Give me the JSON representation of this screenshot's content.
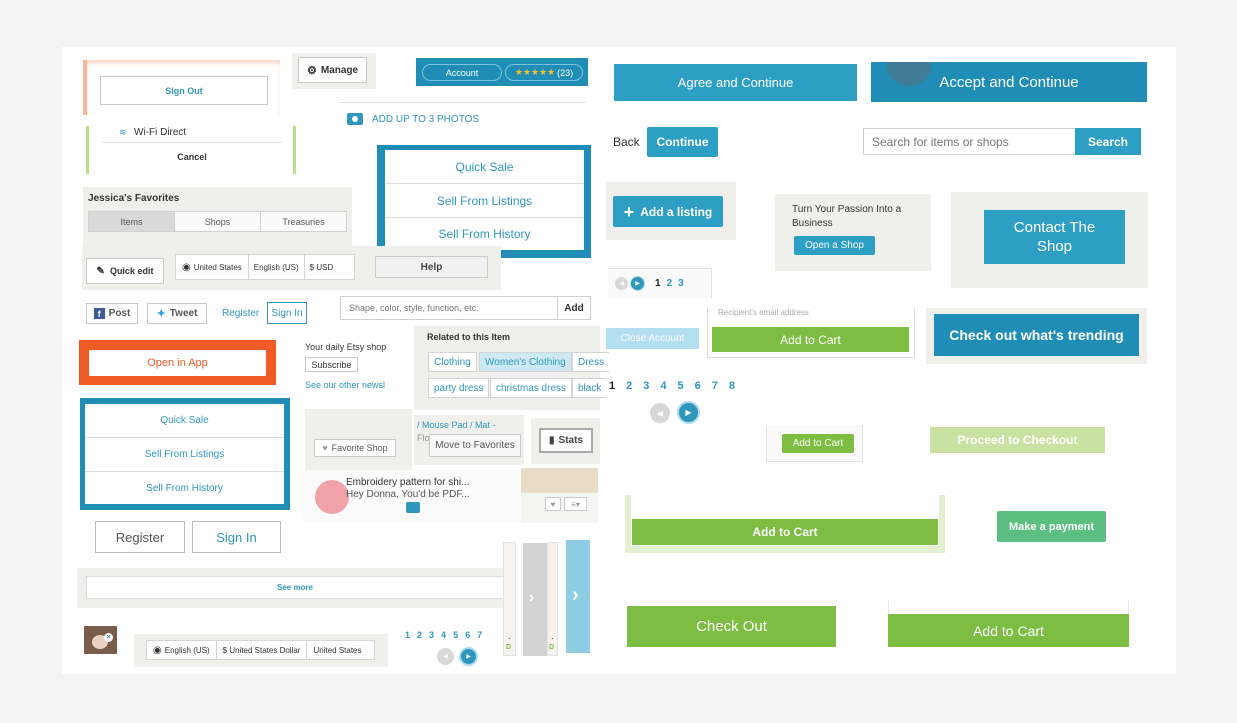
{
  "sign_out": "Sign Out",
  "wifi_direct": "Wi-Fi Direct",
  "cancel": "Cancel",
  "manage": "Manage",
  "account_tab": "Account",
  "rating_count": "(23)",
  "add_photos": "ADD UP TO 3 PHOTOS",
  "agree_continue": "Agree and Continue",
  "accept_continue": "Accept and Continue",
  "back": "Back",
  "continue": "Continue",
  "search": {
    "placeholder": "Search for items or shops",
    "button": "Search"
  },
  "sell_menu_1": [
    "Quick Sale",
    "Sell From Listings",
    "Sell From History"
  ],
  "sell_menu_2": [
    "Quick Sale",
    "Sell From Listings",
    "Sell From History"
  ],
  "favorites": {
    "title": "Jessica's Favorites",
    "tabs": [
      "Items",
      "Shops",
      "Treasuries"
    ]
  },
  "add_listing": "Add a listing",
  "passion": {
    "text": "Turn Your Passion Into a Business",
    "button": "Open a Shop"
  },
  "contact_shop": "Contact The Shop",
  "quick_edit": "Quick edit",
  "locale_bar_1": [
    "United States",
    "English (US)",
    "$ USD"
  ],
  "help": "Help",
  "pager_small": [
    "1",
    "2",
    "3"
  ],
  "social": {
    "post": "Post",
    "tweet": "Tweet",
    "register": "Register",
    "sign_in": "Sign In"
  },
  "shape_search": {
    "placeholder": "Shape, color, style, function, etc.",
    "button": "Add"
  },
  "close_account": "Close Account",
  "recipient_placeholder": "Recipient's email address",
  "add_to_cart": "Add to Cart",
  "trending": "Check out what's trending",
  "open_in_app": "Open in App",
  "newsletter": {
    "text": "Your daily Etsy shop",
    "subscribe": "Subscribe",
    "see_other": "See our other newsl"
  },
  "related": {
    "title": "Related to this Item",
    "tags_row1": [
      "Clothing",
      "Women's Clothing",
      "Dress"
    ],
    "tags_row2": [
      "party dress",
      "christmas dress",
      "black"
    ]
  },
  "pager_large": [
    "1",
    "2",
    "3",
    "4",
    "5",
    "6",
    "7",
    "8"
  ],
  "favorite_shop": "Favorite Shop",
  "mouse_pad": "/ Mouse Pad / Mat -",
  "flow": "Flow",
  "move_favorites": "Move to Favorites",
  "stats": "Stats",
  "add_to_cart_small": "Add to Cart",
  "proceed_checkout": "Proceed to Checkout",
  "embroidery_1": "Embroidery pattern for shi...",
  "embroidery_2": "Hey Donna, You'd be PDF...",
  "add_to_cart_bold": "Add to Cart",
  "make_payment": "Make a payment",
  "register": "Register",
  "sign_in": "Sign In",
  "see_more": "See more",
  "check_out": "Check Out",
  "add_to_cart_big": "Add to Cart",
  "locale_bar_2": [
    "English (US)",
    "$ United States Dollar",
    "United States"
  ],
  "pager_bottom": [
    "1",
    "2",
    "3",
    "4",
    "5",
    "6",
    "7"
  ],
  "dot": ".",
  "green_d": "D",
  "colors": {
    "teal": "#2e9fc4",
    "green": "#7cbd42",
    "orange": "#ef5b25",
    "mint": "#5cbf82",
    "link": "#2f97bb"
  }
}
